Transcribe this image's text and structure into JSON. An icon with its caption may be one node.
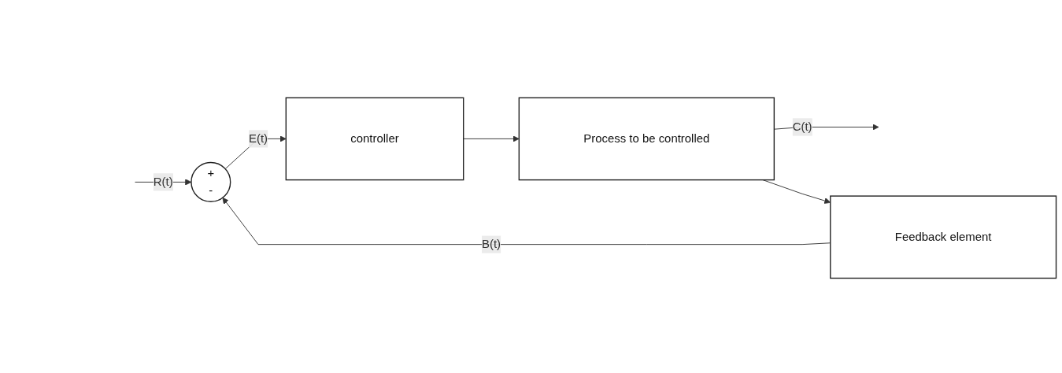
{
  "diagram": {
    "nodes": [
      {
        "text": [
          "+",
          "-"
        ]
      },
      {
        "text": [
          "controller"
        ]
      },
      {
        "text": [
          "Process to be controlled"
        ]
      },
      {
        "text": [
          "Feedback element"
        ]
      }
    ],
    "edges": [
      {
        "from": null,
        "to": 0,
        "arrow": "to",
        "label": "R(t)"
      },
      {
        "from": 0,
        "to": 1,
        "arrow": "to",
        "label": "E(t)"
      },
      {
        "from": 1,
        "to": 2,
        "arrow": "to"
      },
      {
        "from": 2,
        "to": null,
        "arrow": "to",
        "label": "C(t)"
      },
      {
        "from": 2,
        "to": 3,
        "arrow": "to"
      },
      {
        "from": 3,
        "to": 0,
        "arrow": "to",
        "label": "B(t)"
      }
    ]
  }
}
